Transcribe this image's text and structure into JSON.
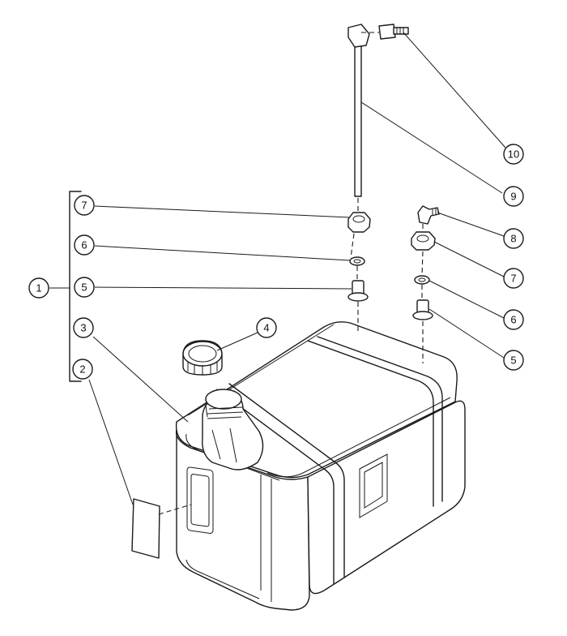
{
  "diagram": {
    "callouts": {
      "c1": "1",
      "c2": "2",
      "c3": "3",
      "c4": "4",
      "c5a": "5",
      "c6a": "6",
      "c7a": "7",
      "c5b": "5",
      "c6b": "6",
      "c7b": "7",
      "c8": "8",
      "c9": "9",
      "c10": "10"
    }
  }
}
